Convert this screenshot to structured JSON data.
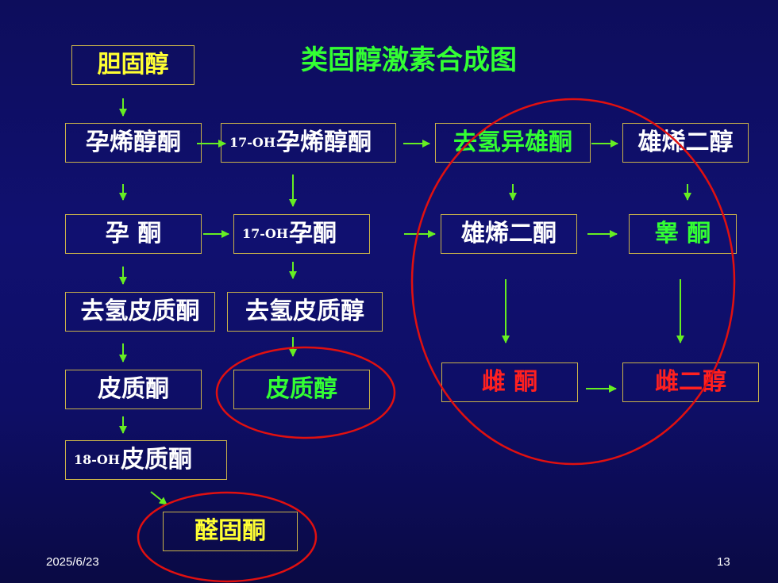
{
  "title": "类固醇激素合成图",
  "nodes": {
    "cholesterol": "胆固醇",
    "pregnenolone": "孕烯醇酮",
    "oh17_prefix": "17-OH",
    "oh17_pregnenolone": "孕烯醇酮",
    "dhea": "去氢异雄酮",
    "androstenediol": "雄烯二醇",
    "progesterone": "孕 酮",
    "oh17_prog_prefix": "17-OH",
    "oh17_progesterone": "孕酮",
    "androstenedione": "雄烯二酮",
    "testosterone": "睾 酮",
    "deoxycorticosterone": "去氢皮质酮",
    "deoxycortisol": "去氢皮质醇",
    "corticosterone": "皮质酮",
    "cortisol": "皮质醇",
    "estrone": "雌 酮",
    "estradiol": "雌二醇",
    "oh18_prefix": "18-OH",
    "oh18_corticosterone": "皮质酮",
    "aldosterone": "醛固酮"
  },
  "colors": {
    "background": "#0e0e66",
    "border": "#c9b24a",
    "arrow": "#66ee22",
    "highlight_circle": "#e01010",
    "title": "#33ff33",
    "yellow_text": "#ffff33",
    "green_text": "#33ff33",
    "red_text": "#ff2020"
  },
  "footer": {
    "date": "2025/6/23",
    "page": "13"
  }
}
